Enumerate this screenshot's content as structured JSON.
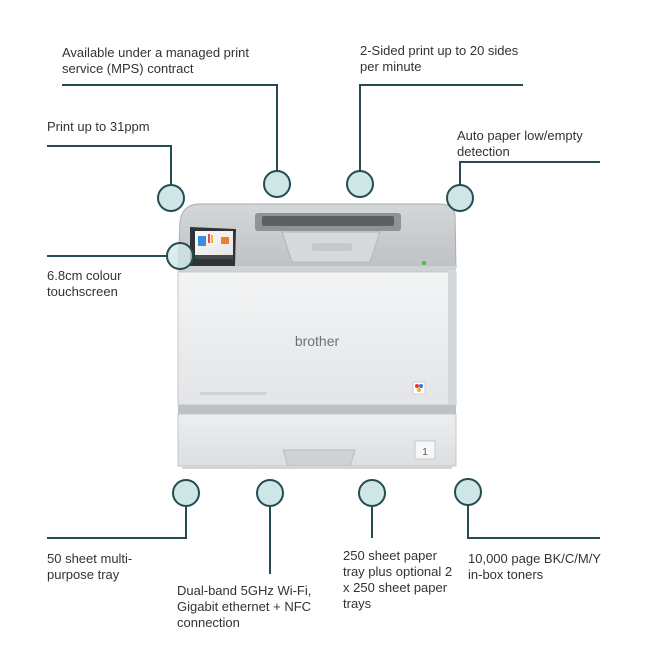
{
  "colors": {
    "line": "#244c52",
    "marker_fill": "#cfe6e6",
    "marker_stroke": "#244c52"
  },
  "printer": {
    "brand": "brother",
    "tray_number": "1",
    "screen_icon": "touchscreen-icons"
  },
  "callouts": [
    {
      "id": "mps",
      "text": "Available under a managed print service (MPS) contract"
    },
    {
      "id": "duplex",
      "text": "2-Sided print up to 20 sides per minute"
    },
    {
      "id": "speed",
      "text": "Print up to 31ppm"
    },
    {
      "id": "autopaper",
      "text": "Auto paper low/empty detection"
    },
    {
      "id": "touchscreen",
      "text": "6.8cm colour touchscreen"
    },
    {
      "id": "mptray",
      "text": "50 sheet multi-purpose tray"
    },
    {
      "id": "wifi",
      "text": "Dual-band 5GHz Wi-Fi, Gigabit ethernet + NFC connection"
    },
    {
      "id": "papertray",
      "text": "250 sheet paper tray plus optional 2 x 250 sheet paper trays"
    },
    {
      "id": "toners",
      "text": "10,000 page BK/C/M/Y in-box toners"
    }
  ]
}
